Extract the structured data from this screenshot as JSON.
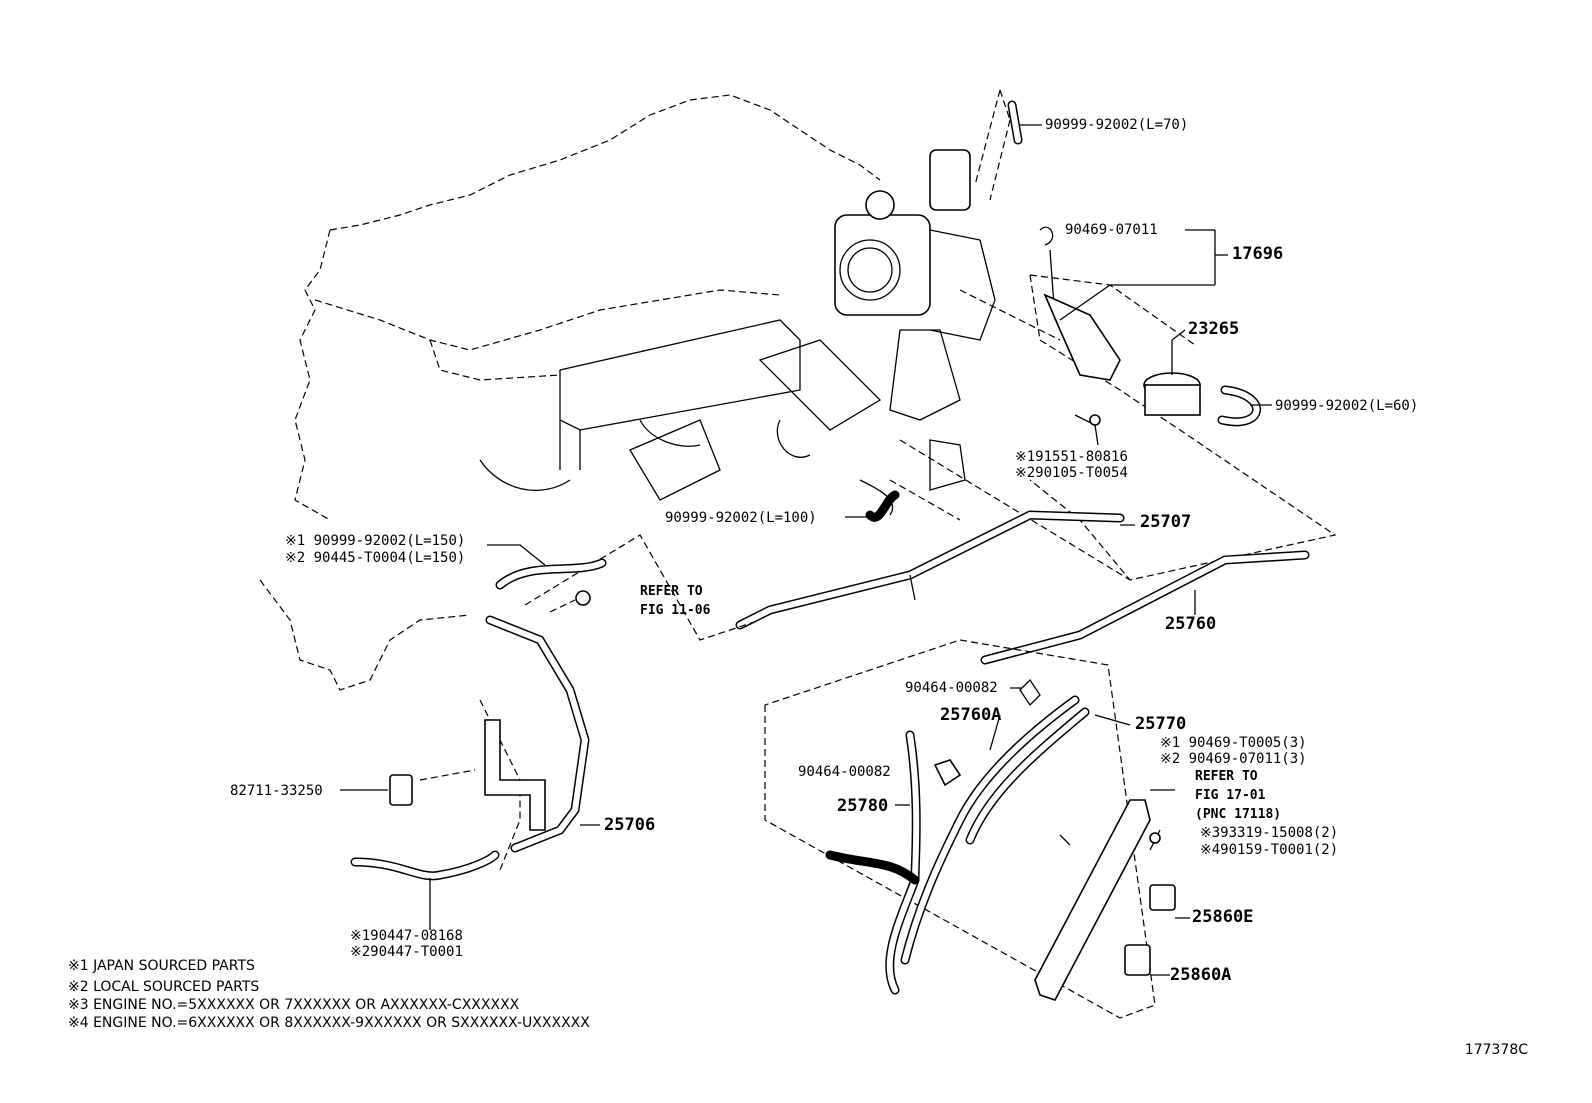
{
  "labels": {
    "p_hose_l70": "90999-92002(L=70)",
    "p_clip_07011": "90469-07011",
    "p_17696": "17696",
    "p_23265": "23265",
    "p_hose_l60": "90999-92002(L=60)",
    "p_bolt_a": "※191551-80816",
    "p_bolt_b": "※290105-T0054",
    "p_hose_l100": "90999-92002(L=100)",
    "p_25707": "25707",
    "p_hose_l150_a": "※1 90999-92002(L=150)",
    "p_hose_l150_b": "※2 90445-T0004(L=150)",
    "ref_1106_a": "REFER TO",
    "ref_1106_b": "FIG 11-06",
    "p_25760": "25760",
    "p_clamp_00082_a": "90464-00082",
    "p_25760A": "25760A",
    "p_25770": "25770",
    "p_clip_t0005": "※1 90469-T0005(3)",
    "p_clip_07011_3": "※2 90469-07011(3)",
    "ref_1701_a": "REFER TO",
    "ref_1701_b": "FIG 17-01",
    "ref_1701_c": "(PNC 17118)",
    "p_393319": "※393319-15008(2)",
    "p_490159": "※490159-T0001(2)",
    "p_clamp_00082_b": "90464-00082",
    "p_25780": "25780",
    "p_82711": "82711-33250",
    "p_25706": "25706",
    "p_25860E": "25860E",
    "p_25860A": "25860A",
    "p_90447_a": "※190447-08168",
    "p_90447_b": "※290447-T0001"
  },
  "notes": [
    "※1 JAPAN SOURCED PARTS",
    "※2 LOCAL SOURCED PARTS",
    "※3 ENGINE NO.=5XXXXXX OR 7XXXXXX OR AXXXXXX-CXXXXXX",
    "※4 ENGINE NO.=6XXXXXX OR 8XXXXXX-9XXXXXX OR SXXXXXX-UXXXXXX"
  ],
  "drawing_code": "177378C"
}
